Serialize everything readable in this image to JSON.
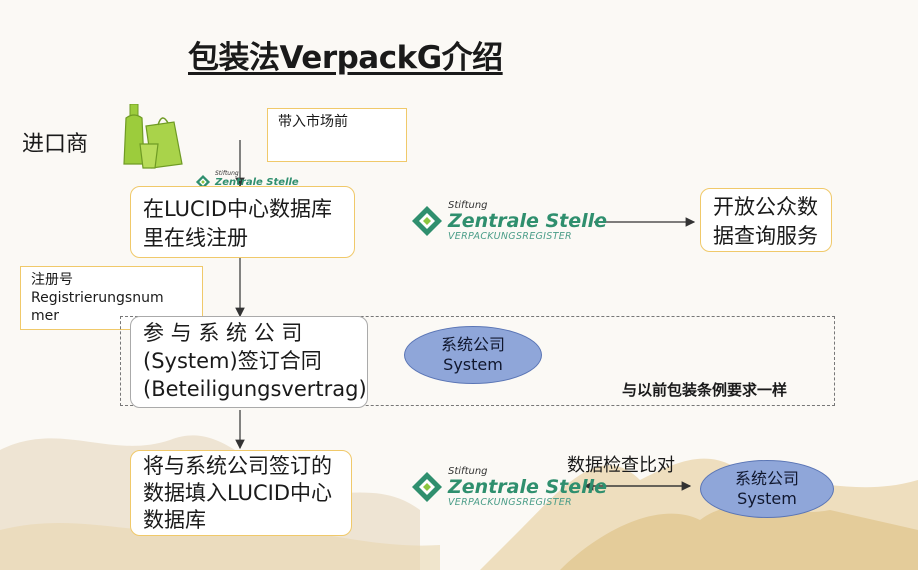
{
  "title": "包装法VerpackG介绍",
  "importer_label": "进口商",
  "callout_market": "带入市场前",
  "callout_regno": {
    "line1": "注册号",
    "line2": "Registrierungsnum",
    "line3": "mer"
  },
  "step1": {
    "line1": "在LUCID中心数据库",
    "line2": "里在线注册"
  },
  "step2": {
    "line1": "参 与 系 统 公 司",
    "line2": "(System)签订合同",
    "line3": "(Beteiligungsvertrag)"
  },
  "step3": {
    "line1": "将与系统公司签订的",
    "line2": "数据填入LUCID中心",
    "line3": "数据库"
  },
  "public_service": {
    "line1": "开放公众数",
    "line2": "据查询服务"
  },
  "system_ellipse": {
    "line1": "系统公司",
    "line2": "System"
  },
  "system_ellipse2": {
    "line1": "系统公司",
    "line2": "System"
  },
  "same_as_before": "与以前包装条例要求一样",
  "data_compare": "数据检查比对",
  "logo": {
    "line1": "Stiftung",
    "line2": "Zentrale Stelle",
    "line3": "VERPACKUNGSREGISTER"
  },
  "colors": {
    "box_border": "#f0c96a",
    "ellipse_fill": "#8fa6d9",
    "logo_green": "#2f8f6e",
    "bottle_green": "#9ccc3c"
  },
  "icons": [
    "bottle-icon",
    "bag-icon",
    "cup-icon",
    "zsvr-logo-mark"
  ]
}
